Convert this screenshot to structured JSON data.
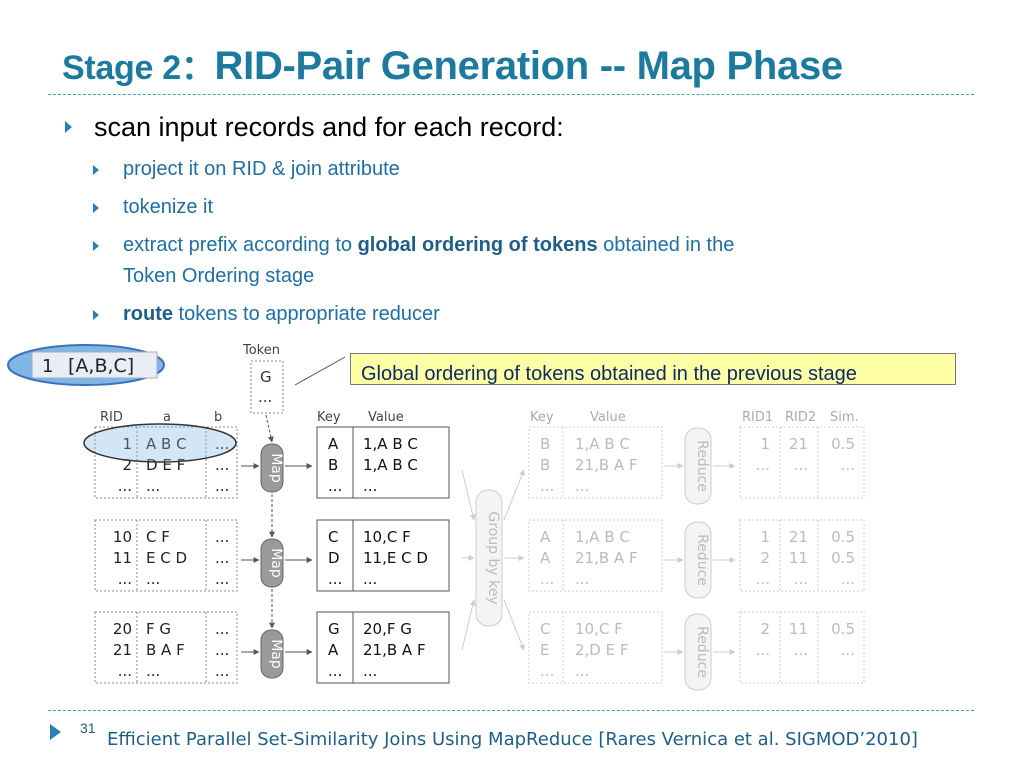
{
  "slide": {
    "title_prefix": "Stage 2：",
    "title_main": "RID-Pair Generation -- Map Phase",
    "bullet_main": "scan input records and for each record:",
    "sub1": "project it on RID & join attribute",
    "sub2": "tokenize it",
    "sub3_a": "extract prefix according to ",
    "sub3_b": "global ordering of tokens",
    "sub3_c": " obtained in the",
    "sub3_d": "Token Ordering stage",
    "sub4_a": "route",
    "sub4_b": " tokens to appropriate reducer",
    "callout": "Global ordering of tokens obtained in the previous stage",
    "page_number": "31",
    "footer": "Efficient Parallel Set-Similarity Joins Using MapReduce [Rares Vernica et al. SIGMOD’2010]"
  },
  "figure": {
    "example_record": {
      "rid": "1",
      "tokens": "[A,B,C]"
    },
    "token_header": "Token",
    "token_values": [
      "G",
      "..."
    ],
    "input_headers": [
      "RID",
      "a",
      "b"
    ],
    "input_groups": [
      [
        [
          "1",
          "A B C",
          "..."
        ],
        [
          "2",
          "D E F",
          "..."
        ],
        [
          "...",
          "...",
          "..."
        ]
      ],
      [
        [
          "10",
          "C F",
          "..."
        ],
        [
          "11",
          "E C D",
          "..."
        ],
        [
          "...",
          "...",
          "..."
        ]
      ],
      [
        [
          "20",
          "F G",
          "..."
        ],
        [
          "21",
          "B A F",
          "..."
        ],
        [
          "...",
          "...",
          "..."
        ]
      ]
    ],
    "map_label": "Map",
    "map_headers": [
      "Key",
      "Value"
    ],
    "map_groups": [
      [
        [
          "A",
          "1,A B C"
        ],
        [
          "B",
          "1,A B C"
        ],
        [
          "...",
          "..."
        ]
      ],
      [
        [
          "C",
          "10,C F"
        ],
        [
          "D",
          "11,E C D"
        ],
        [
          "...",
          "..."
        ]
      ],
      [
        [
          "G",
          "20,F G"
        ],
        [
          "A",
          "21,B A F"
        ],
        [
          "...",
          "..."
        ]
      ]
    ],
    "group_by_label": "Group by key",
    "reduce_in_headers": [
      "Key",
      "Value"
    ],
    "reduce_in_groups": [
      [
        [
          "B",
          "1,A B C"
        ],
        [
          "B",
          "21,B A F"
        ],
        [
          "...",
          "..."
        ]
      ],
      [
        [
          "A",
          "1,A B C"
        ],
        [
          "A",
          "21,B A F"
        ],
        [
          "...",
          "..."
        ]
      ],
      [
        [
          "C",
          "10,C F"
        ],
        [
          "E",
          "2,D E F"
        ],
        [
          "...",
          "..."
        ]
      ]
    ],
    "reduce_label": "Reduce",
    "output_headers": [
      "RID1",
      "RID2",
      "Sim."
    ],
    "output_groups": [
      [
        [
          "1",
          "21",
          "0.5"
        ],
        [
          "...",
          "...",
          "..."
        ]
      ],
      [
        [
          "1",
          "21",
          "0.5"
        ],
        [
          "2",
          "11",
          "0.5"
        ],
        [
          "...",
          "...",
          "..."
        ]
      ],
      [
        [
          "2",
          "11",
          "0.5"
        ],
        [
          "...",
          "...",
          "..."
        ]
      ]
    ]
  },
  "colors": {
    "title": "#1d7a9f",
    "subbullet": "#1d6fa5",
    "callout_bg": "#ffffa6",
    "highlight_ellipse": "#7fb6e6"
  }
}
